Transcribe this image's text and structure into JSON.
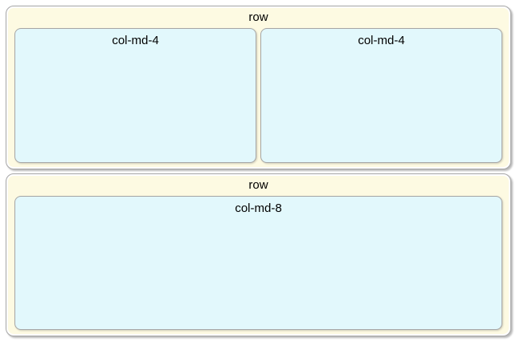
{
  "colors": {
    "row_bg": "#fdfae2",
    "col_bg": "#e2f8fc",
    "border": "#a6a6a6",
    "text": "#000000"
  },
  "rows": [
    {
      "label": "row",
      "columns": [
        {
          "label": "col-md-4"
        },
        {
          "label": "col-md-4"
        }
      ]
    },
    {
      "label": "row",
      "columns": [
        {
          "label": "col-md-8"
        }
      ]
    }
  ]
}
